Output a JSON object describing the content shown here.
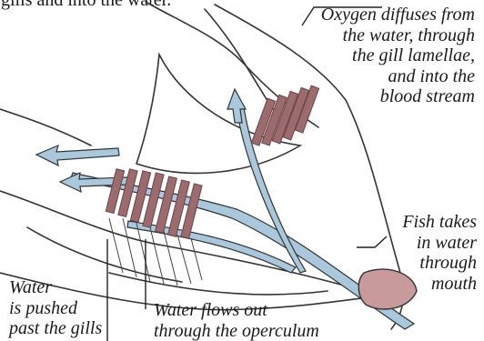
{
  "top_fragment": "gills and into the water.",
  "labels": {
    "oxygen": [
      "Oxygen diffuses from",
      "the water, through",
      "the gill lamellae,",
      "and into the",
      "blood stream"
    ],
    "fish_takes": [
      "Fish takes",
      "in water",
      "through",
      "mouth"
    ],
    "water_pushed": [
      "Water",
      "is pushed",
      "past the gills"
    ],
    "water_flows": [
      "Water flows out",
      "through the operculum"
    ]
  },
  "colors": {
    "line": "#333333",
    "gill": "#9b6b6e",
    "gill_dark": "#6a4346",
    "water": "#a9c8dc",
    "lip": "#c89a9c"
  }
}
